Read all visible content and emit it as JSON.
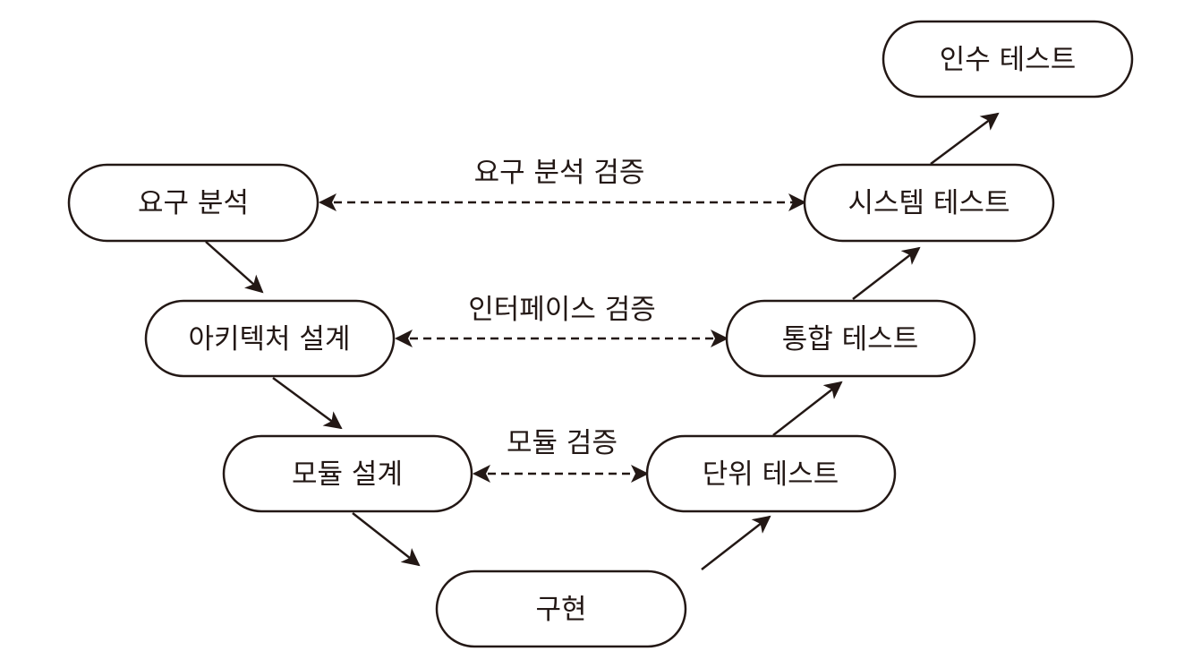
{
  "colors": {
    "stroke": "#231815",
    "fill": "#ffffff",
    "text": "#231815"
  },
  "left_phases": {
    "requirements": "요구 분석",
    "architecture": "아키텍처 설계",
    "module_design": "모듈 설계"
  },
  "bottom_phase": {
    "implementation": "구현"
  },
  "right_phases": {
    "unit_test": "단위 테스트",
    "integration_test": "통합 테스트",
    "system_test": "시스템 테스트",
    "acceptance_test": "인수 테스트"
  },
  "verifications": {
    "requirements": "요구 분석 검증",
    "interface": "인터페이스 검증",
    "module": "모듈 검증"
  }
}
